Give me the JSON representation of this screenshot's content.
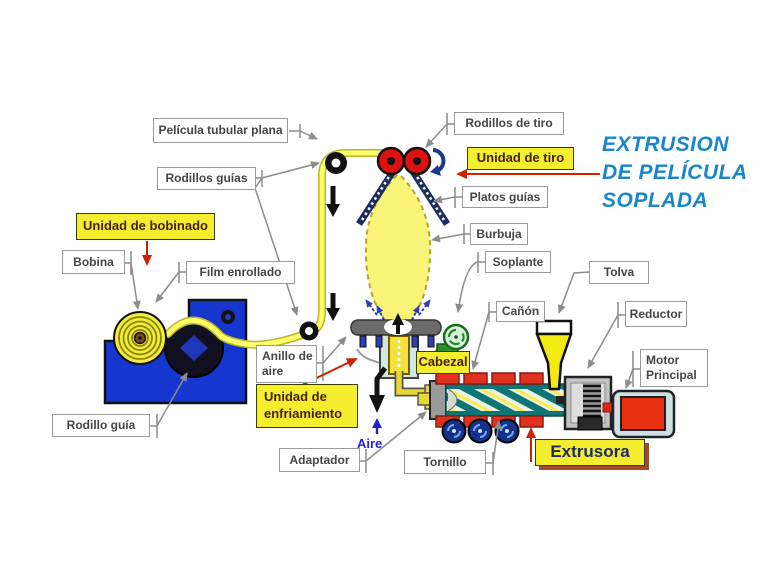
{
  "title": {
    "lines": [
      "EXTRUSION",
      "DE PELÍCULA",
      "SOPLADA"
    ]
  },
  "labels": {
    "pelicula_tubular_plana": "Película tubular plana",
    "rodillos_guias": "Rodillos guías",
    "rodillos_de_tiro": "Rodillos de tiro",
    "platos_guias": "Platos guías",
    "burbuja": "Burbuja",
    "soplante": "Soplante",
    "tolva": "Tolva",
    "canon": "Cañón",
    "reductor": "Reductor",
    "motor_principal": "Motor Principal",
    "bobina": "Bobina",
    "film_enrollado": "Film enrollado",
    "rodillo_guia": "Rodillo guía",
    "anillo_de_aire": "Anillo de aire",
    "adaptador": "Adaptador",
    "tornillo": "Tornillo",
    "aire": "Aire"
  },
  "unit_labels": {
    "unidad_de_bobinado": "Unidad de bobinado",
    "unidad_de_tiro": "Unidad de tiro",
    "unidad_de_enfriamiento": "Unidad de enfriamiento",
    "cabezal": "Cabezal",
    "extrusora": "Extrusora"
  },
  "colors": {
    "title_blue": "#1886ca",
    "highlight_yellow": "#f4ee2e",
    "film_yellow": "#ffff66",
    "machine_blue": "#1536cf",
    "roller_red": "#dd1111",
    "barrel_teal": "#0f7474",
    "leader_gray": "#8c8c8c",
    "arrow_red": "#cc2200"
  }
}
